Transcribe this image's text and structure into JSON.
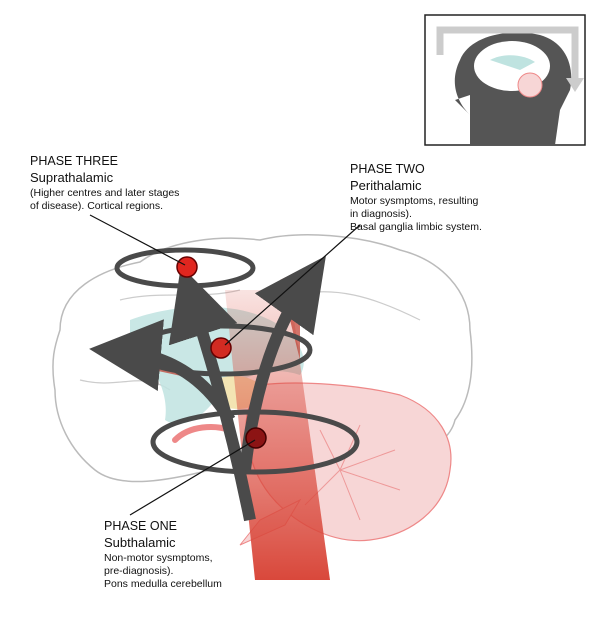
{
  "phases": {
    "three": {
      "title": "PHASE THREE",
      "name": "Suprathalamic",
      "desc1": "(Higher centres and later stages",
      "desc2": "of disease). Cortical regions."
    },
    "two": {
      "title": "PHASE TWO",
      "name": "Perithalamic",
      "desc1": "Motor sysmptoms, resulting",
      "desc2": "in diagnosis).",
      "desc3": "Basal ganglia limbic system."
    },
    "one": {
      "title": "PHASE ONE",
      "name": "Subthalamic",
      "desc1": "Non-motor sysmptoms,",
      "desc2": "pre-diagnosis).",
      "desc3": "Pons medulla cerebellum"
    }
  },
  "colors": {
    "arrow": "#4a4a4a",
    "beam": "#c0392b",
    "cyan": "#bfe3e0",
    "cerebellum": "#f7d6d6",
    "dot": "#e0261f",
    "dot_dark": "#8c1414"
  }
}
